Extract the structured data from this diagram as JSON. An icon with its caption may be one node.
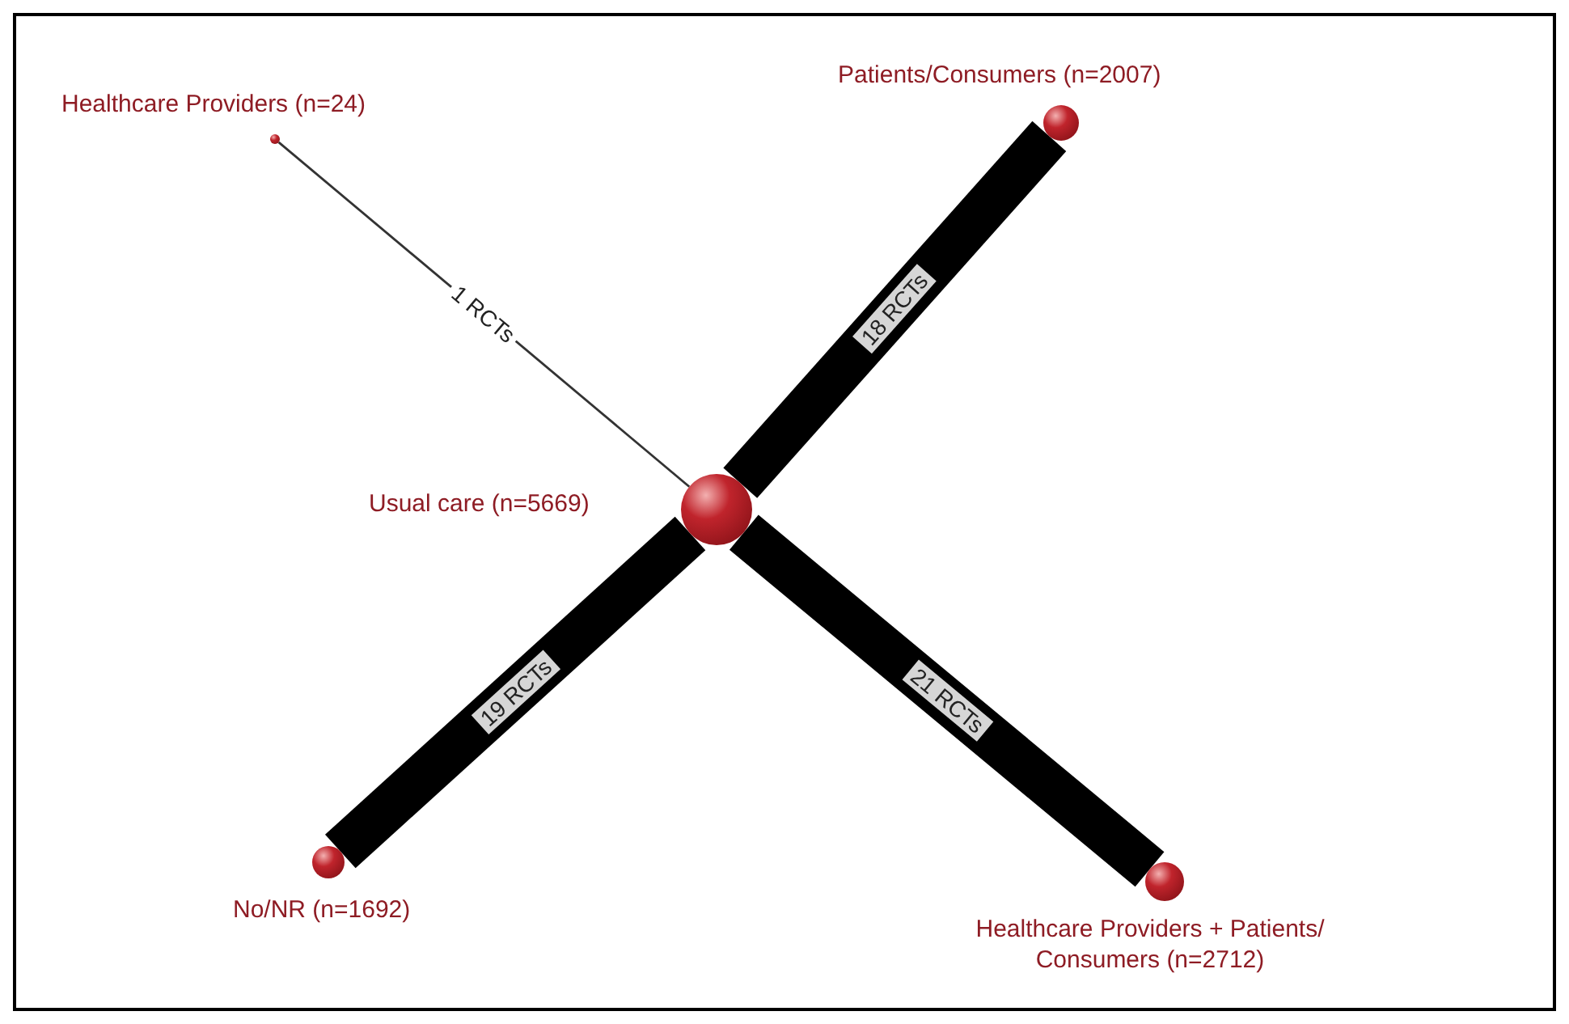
{
  "diagram": {
    "nodes": [
      {
        "text": [
          "Healthcare Providers (n=24)"
        ]
      },
      {
        "text": [
          "Patients/Consumers (n=2007)"
        ]
      },
      {
        "text": [
          "Usual care (n=5669)"
        ]
      },
      {
        "text": [
          "No/NR (n=1692)"
        ]
      },
      {
        "text": [
          "Healthcare Providers + Patients/ Consumers (n=2712)"
        ]
      }
    ],
    "edges": [
      {
        "from": 0,
        "to": 2,
        "arrow": "none",
        "label": "1 RCTs"
      },
      {
        "from": 1,
        "to": 2,
        "arrow": "none",
        "label": "18 RCTs"
      },
      {
        "from": 3,
        "to": 2,
        "arrow": "none",
        "label": "19 RCTs"
      },
      {
        "from": 4,
        "to": 2,
        "arrow": "none",
        "label": "21 RCTs"
      }
    ]
  }
}
